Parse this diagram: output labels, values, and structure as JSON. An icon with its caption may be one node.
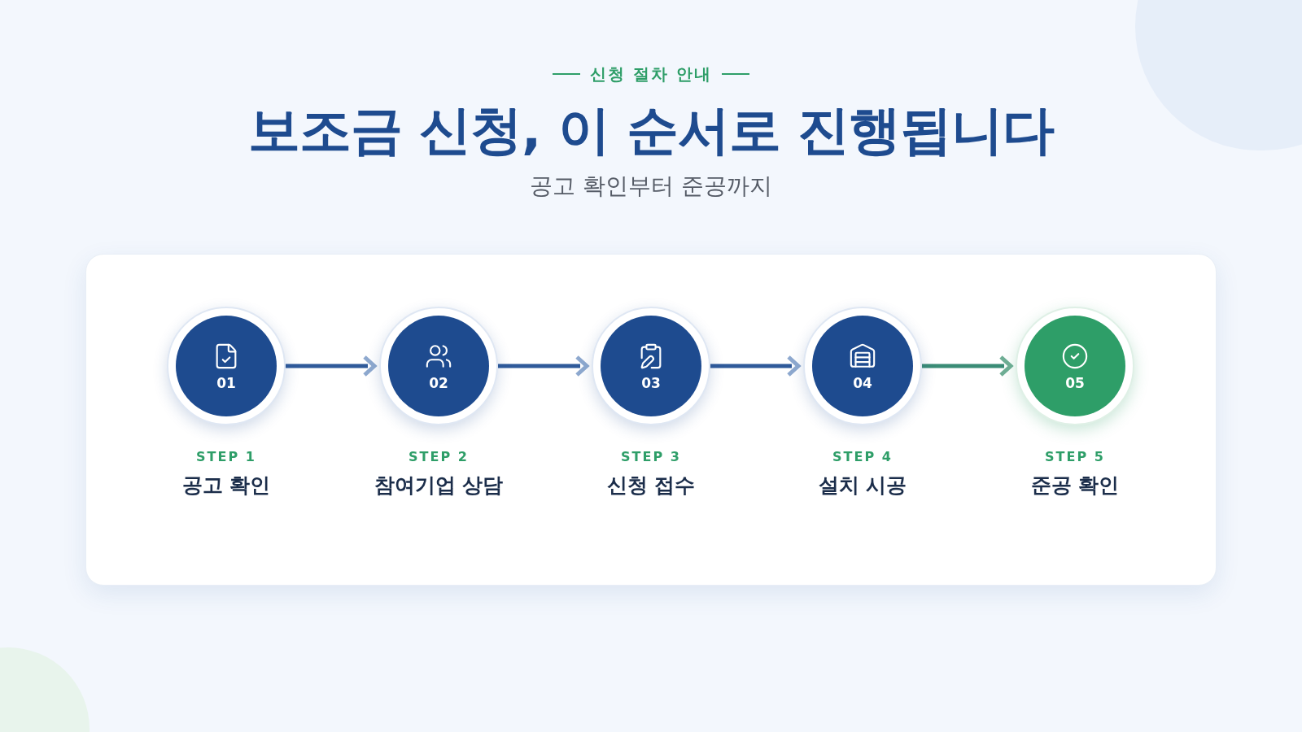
{
  "diagram": {
    "title": "보조금 신청, 이 순서로 진행됩니다",
    "nodes": [
      {
        "text": [
          "01"
        ],
        "beside": [
          "STEP 1",
          "공고 확인"
        ]
      },
      {
        "text": [
          "02"
        ],
        "beside": [
          "STEP 2",
          "참여기업 상담"
        ]
      },
      {
        "text": [
          "03"
        ],
        "beside": [
          "STEP 3",
          "신청 접수"
        ]
      },
      {
        "text": [
          "04"
        ],
        "beside": [
          "STEP 4",
          "설치 시공"
        ]
      },
      {
        "text": [
          "05"
        ],
        "beside": [
          "STEP 5",
          "준공 확인"
        ]
      }
    ],
    "edges": [
      {
        "from": 0,
        "to": 1,
        "arrow": "to"
      },
      {
        "from": 1,
        "to": 2,
        "arrow": "to"
      },
      {
        "from": 2,
        "to": 3,
        "arrow": "to"
      },
      {
        "from": 3,
        "to": 4,
        "arrow": "to",
        "color": "#3a8c76"
      }
    ],
    "labels": [
      "신청 절차 안내",
      "공고 확인부터 준공까지"
    ]
  }
}
